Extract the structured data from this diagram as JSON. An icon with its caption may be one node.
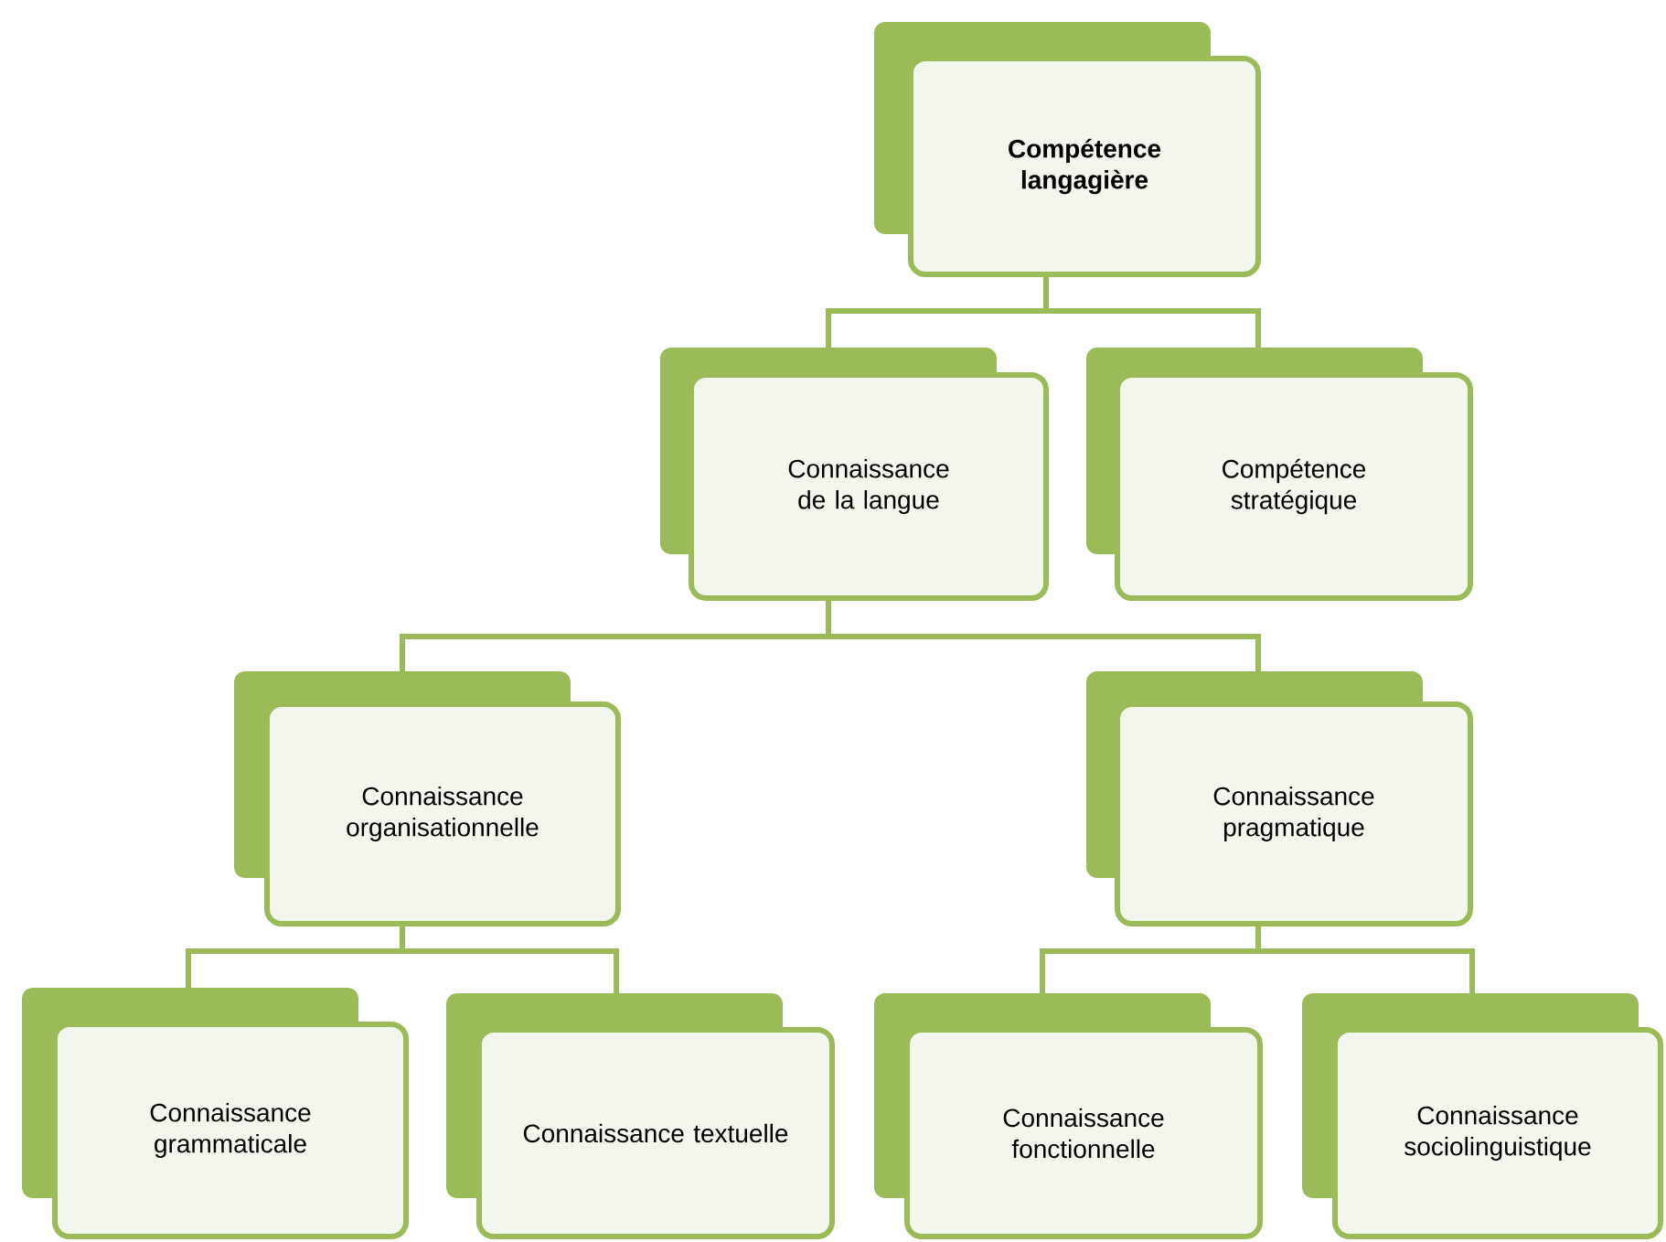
{
  "diagram": {
    "nodes": [
      {
        "text": [
          "Compétence langagière"
        ]
      },
      {
        "text": [
          "Connaissance de la langue"
        ]
      },
      {
        "text": [
          "Compétence stratégique"
        ]
      },
      {
        "text": [
          "Connaissance organisationnelle"
        ]
      },
      {
        "text": [
          "Connaissance pragmatique"
        ]
      },
      {
        "text": [
          "Connaissance grammaticale"
        ]
      },
      {
        "text": [
          "Connaissance textuelle"
        ]
      },
      {
        "text": [
          "Connaissance fonctionnelle"
        ]
      },
      {
        "text": [
          "Connaissance sociolinguistique"
        ]
      }
    ],
    "edges": [
      {
        "from": 0,
        "to": 1,
        "arrow": "none"
      },
      {
        "from": 0,
        "to": 2,
        "arrow": "none"
      },
      {
        "from": 1,
        "to": 3,
        "arrow": "none"
      },
      {
        "from": 1,
        "to": 4,
        "arrow": "none"
      },
      {
        "from": 3,
        "to": 5,
        "arrow": "none"
      },
      {
        "from": 3,
        "to": 6,
        "arrow": "none"
      },
      {
        "from": 4,
        "to": 7,
        "arrow": "none"
      },
      {
        "from": 4,
        "to": 8,
        "arrow": "none"
      }
    ]
  }
}
